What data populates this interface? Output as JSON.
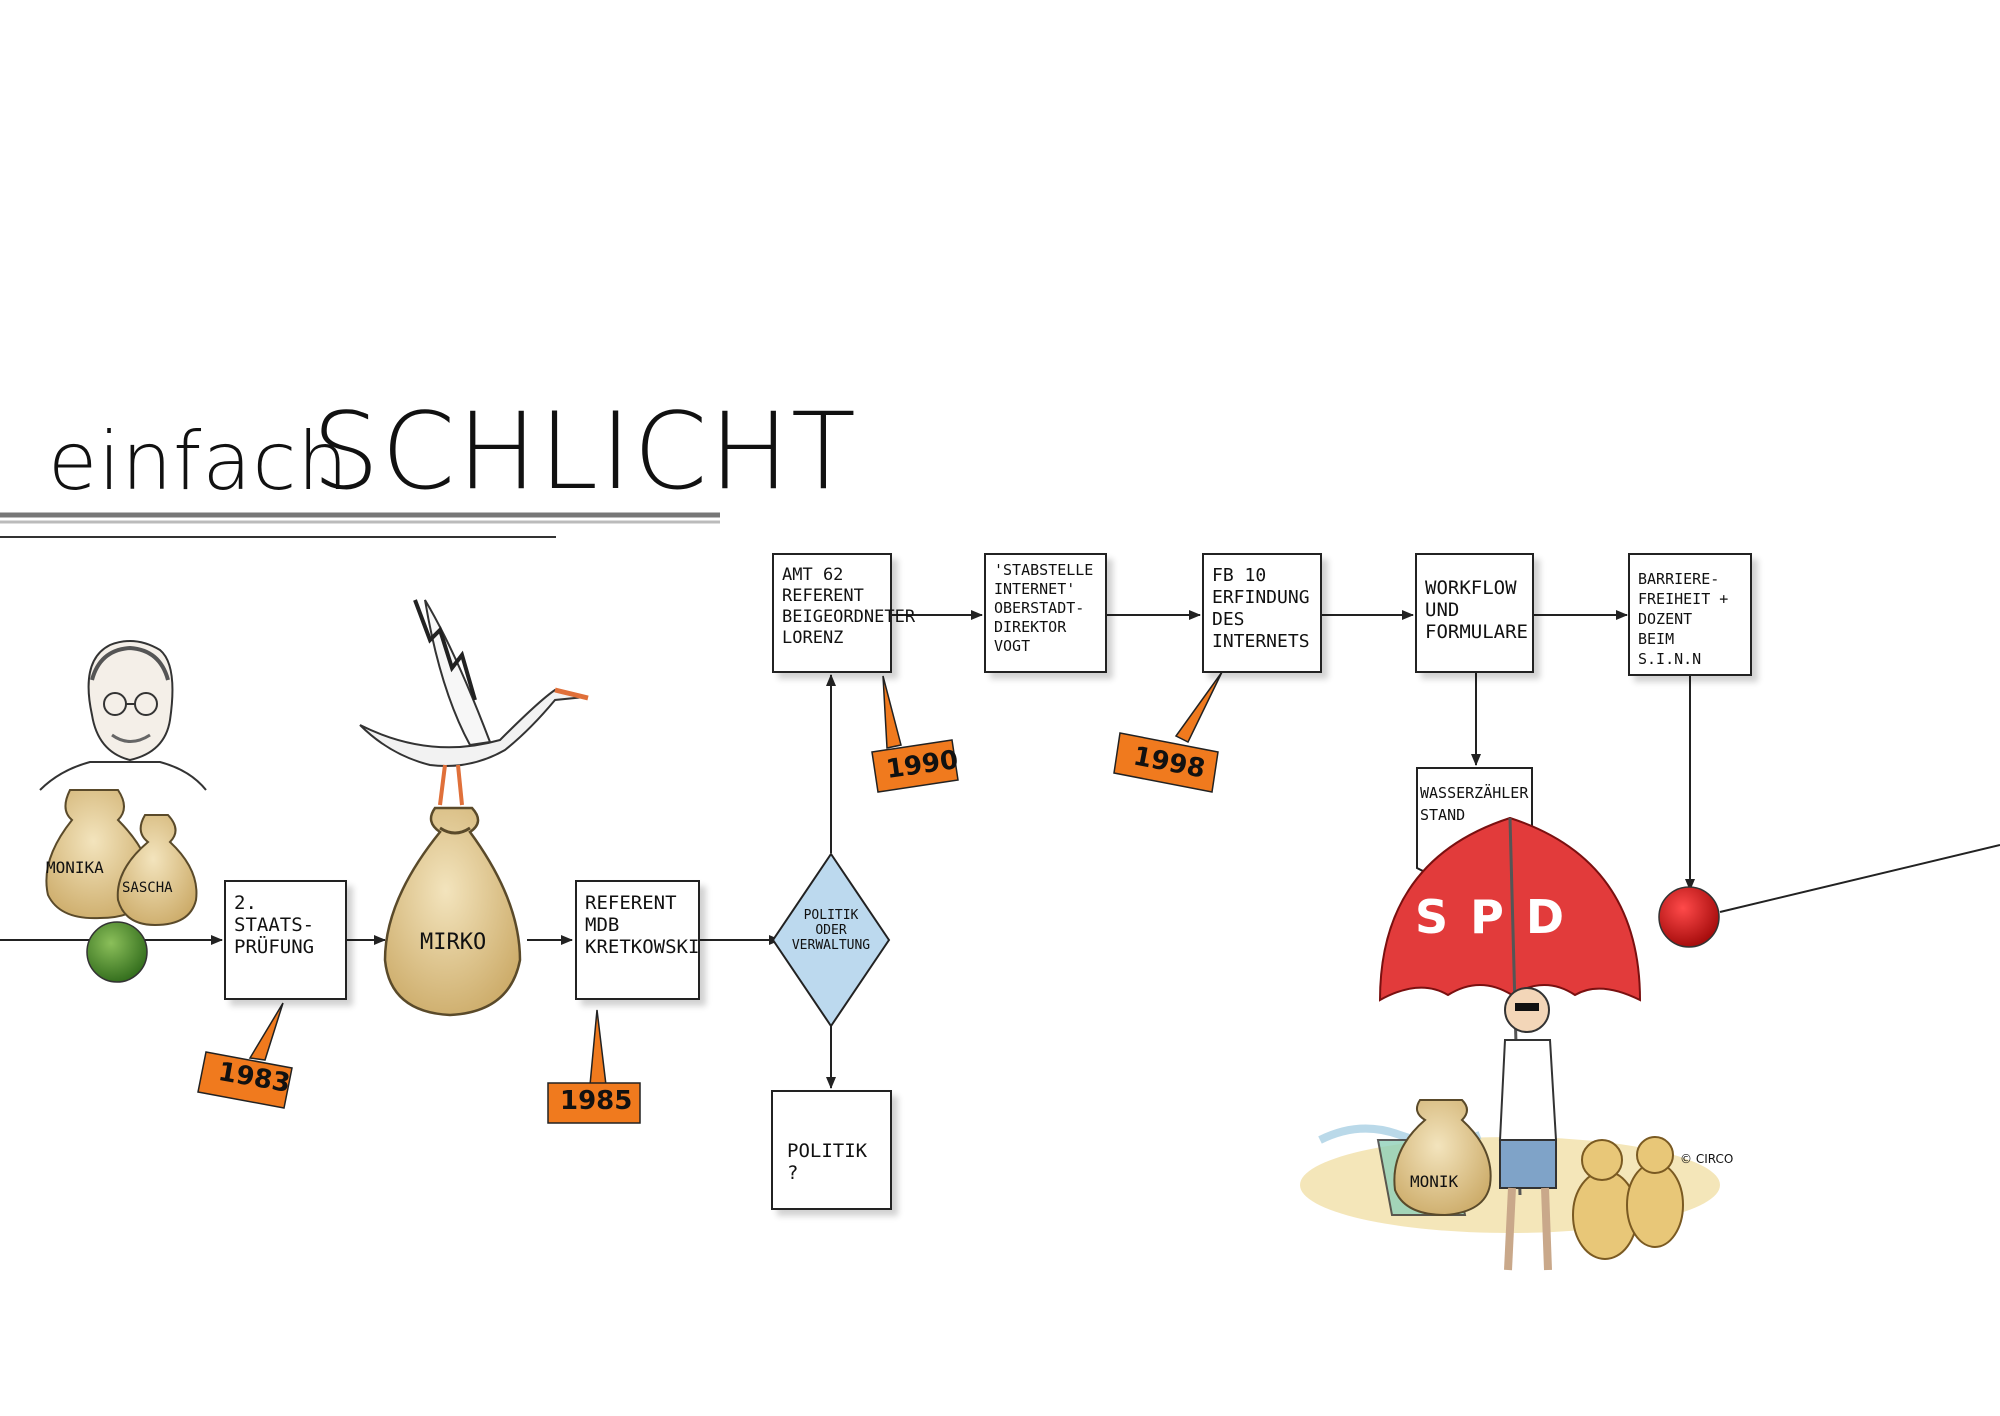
{
  "title": {
    "word1": "einfach",
    "word2": "SCHLICHT"
  },
  "nodes": {
    "staatspruefung": "2.\nSTAATS-\nPRÜFUNG",
    "mirko": "MIRKO",
    "referent_mdb": "REFERENT\nMDB\nKRETKOWSKI",
    "decision": "POLITIK\nODER\nVERWALTUNG",
    "politik": "POLITIK ?",
    "amt62": "AMT 62\nREFERENT\nBEIGEORDNETER\nLORENZ",
    "stabstelle": "'STABSTELLE\nINTERNET'\nOBERSTADT-\nDIREKTOR\nVOGT",
    "fb10": "FB 10\nERFINDUNG\nDES\nINTERNETS",
    "workflow": "WORKFLOW\nUND\nFORMULARE",
    "wasser": "WASSERZÄHLER\nSTAND",
    "barriere": "BARRIERE-\nFREIHEIT +\nDOZENT\nBEIM S.I.N.N"
  },
  "bags": {
    "monika": "MONIKA",
    "sascha": "SASCHA",
    "monika_beach": "MONIK"
  },
  "umbrella_text": "SPD",
  "years": {
    "y1983": "1983",
    "y1985": "1985",
    "y1990": "1990",
    "y1998": "1998"
  },
  "copyright": "© CIRCO",
  "colors": {
    "tag": "#f07a1e",
    "start": "#4e8a2c",
    "end": "#cc1111",
    "decision": "#bcd9ee",
    "bag": "#e6cf9a",
    "umbrella": "#e23b3b"
  }
}
